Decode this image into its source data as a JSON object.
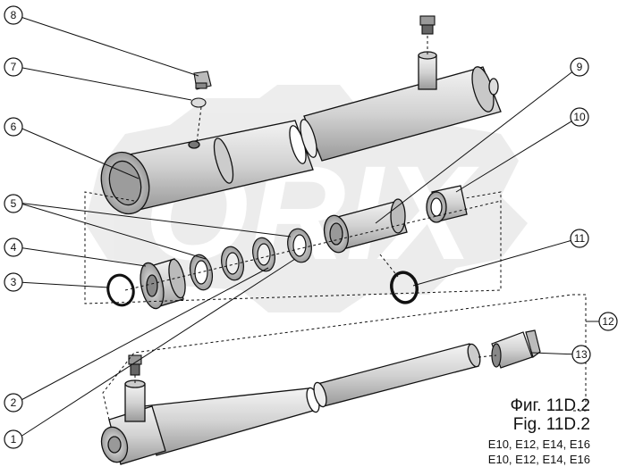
{
  "figure": {
    "caption_ru": "Фиг. 11D.2",
    "caption_en": "Fig. 11D.2",
    "models_line1": "E10, E12, E14, E16",
    "models_line2": "E10, E12, E14, E16",
    "watermark_logo": "ORIX"
  },
  "callouts": [
    {
      "id": "1",
      "label": "1"
    },
    {
      "id": "2",
      "label": "2"
    },
    {
      "id": "3",
      "label": "3"
    },
    {
      "id": "4",
      "label": "4"
    },
    {
      "id": "5",
      "label": "5"
    },
    {
      "id": "6",
      "label": "6"
    },
    {
      "id": "7",
      "label": "7"
    },
    {
      "id": "8",
      "label": "8"
    },
    {
      "id": "9",
      "label": "9"
    },
    {
      "id": "10",
      "label": "10"
    },
    {
      "id": "11",
      "label": "11"
    },
    {
      "id": "12",
      "label": "12"
    },
    {
      "id": "13",
      "label": "13"
    }
  ],
  "parts": {
    "cylinder_body": "cylinder-tube",
    "piston_rod": "piston-rod",
    "gland_nut": "gland-nut",
    "piston": "piston",
    "seal_kit": "seal-ring",
    "o_ring": "o-ring",
    "grease_fitting": "grease-nipple",
    "bushing": "bushing",
    "plug": "plug-fitting"
  }
}
